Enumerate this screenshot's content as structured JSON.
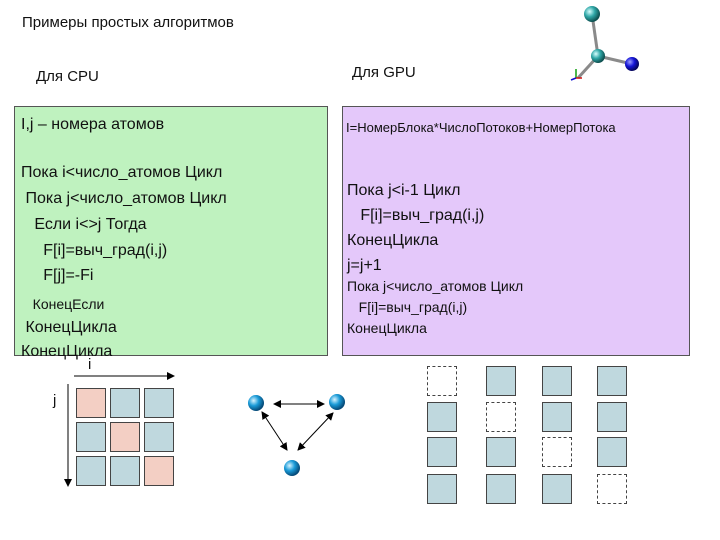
{
  "title": "Примеры простых алгоритмов",
  "cpu": {
    "heading": "Для CPU",
    "header_line": "I,j – номера атомов",
    "code": [
      "Пока i<число_атомов Цикл",
      " Пока j<число_атомов Цикл",
      "   Если i<>j Тогда",
      "     F[i]=выч_град(i,j)",
      "     F[j]=-Fi",
      "   КонецЕсли",
      " КонецЦикла",
      "КонецЦикла"
    ],
    "i_label": "i",
    "j_label": "j"
  },
  "gpu": {
    "heading": "Для GPU",
    "header_line": "I=НомерБлока*ЧислоПотоков+НомерПотока",
    "code": [
      "Пока j<i-1 Цикл",
      "   F[i]=выч_град(i,j)",
      "КонецЦикла",
      "j=j+1",
      "Пока j<число_атомов Цикл",
      "   F[i]=выч_град(i,j)",
      "КонецЦикла"
    ]
  },
  "colors": {
    "cpu_box": "#bff2bf",
    "gpu_box": "#e4c8fa",
    "cell": "#bfd8de",
    "cell_highlight": "#f3cfc4",
    "atom": "#1a9bd8",
    "atom_blue": "#1010d0"
  },
  "icons": [
    "molecule-icon",
    "axis-triad-icon",
    "atom-triangle-icon"
  ]
}
